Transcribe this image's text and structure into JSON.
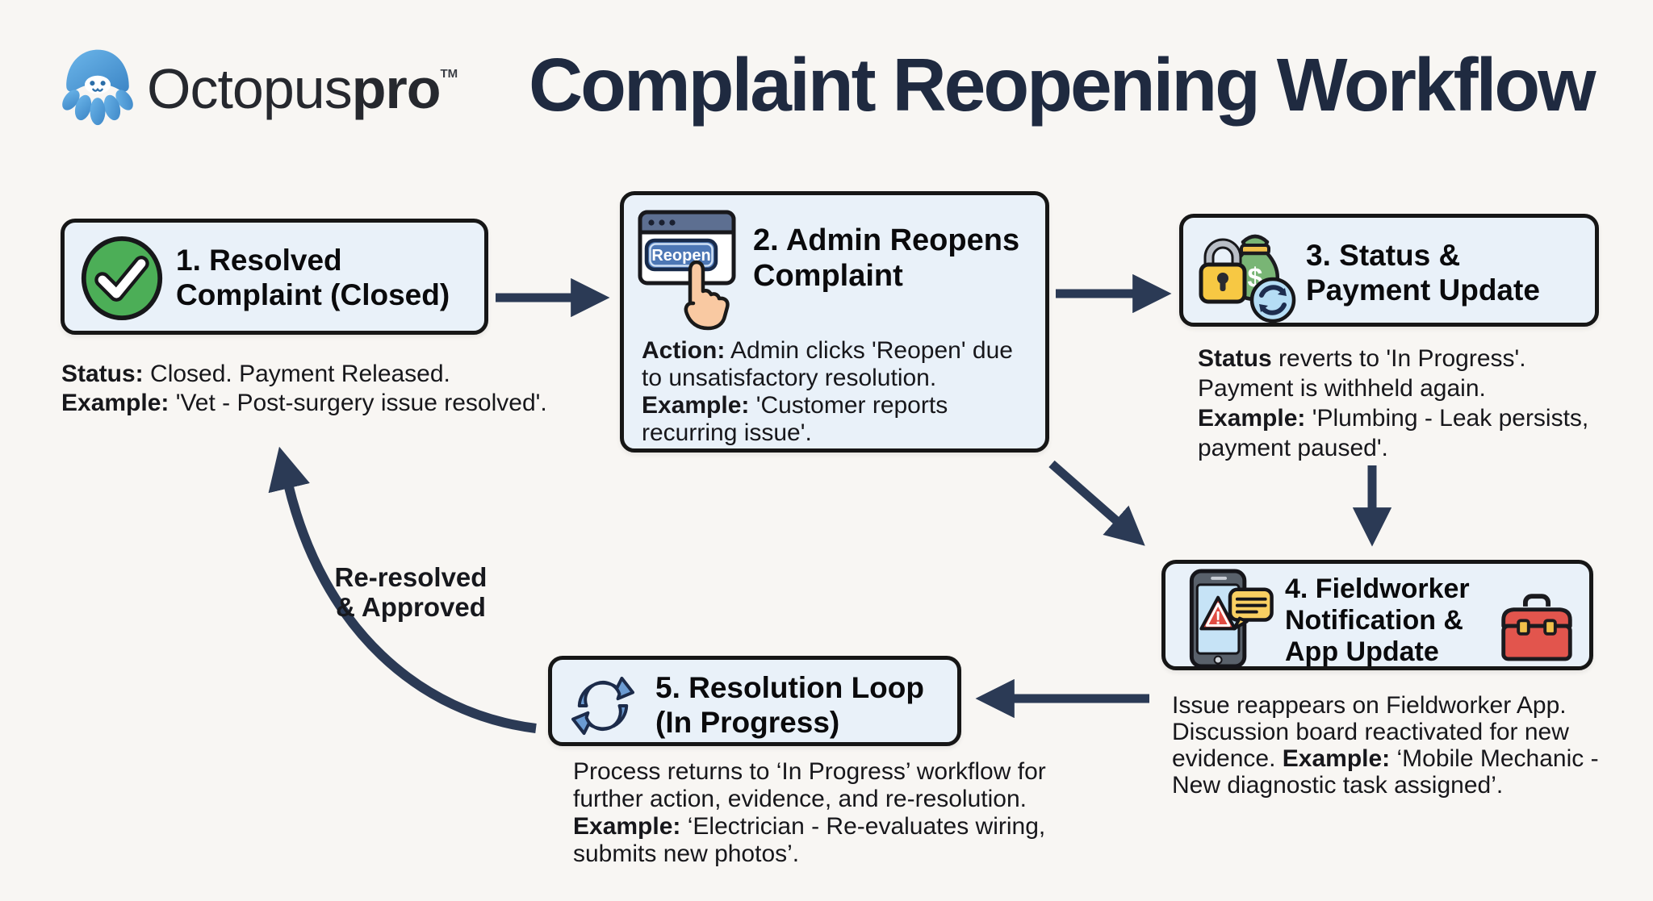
{
  "header": {
    "logo": {
      "brand_regular": "Octopus",
      "brand_bold": "pro",
      "trademark": "TM"
    },
    "title": "Complaint Reopening Workflow"
  },
  "steps": {
    "step1": {
      "title_line1": "1. Resolved",
      "title_line2": "Complaint (Closed)",
      "note": {
        "lines": [
          {
            "pre": "",
            "bold": "Status:",
            "rest": " Closed. Payment Released."
          },
          {
            "pre": "",
            "bold": "Example:",
            "rest": " 'Vet - Post-surgery issue resolved'."
          }
        ]
      }
    },
    "step2": {
      "title_line1": "2. Admin Reopens",
      "title_line2": "Complaint",
      "button_label": "Reopen",
      "body": {
        "lines": [
          {
            "pre": "",
            "bold": "Action:",
            "rest": " Admin clicks 'Reopen' due"
          },
          {
            "pre": "",
            "bold": "",
            "rest": "to unsatisfactory resolution."
          },
          {
            "pre": "",
            "bold": "Example:",
            "rest": " 'Customer reports"
          },
          {
            "pre": "",
            "bold": "",
            "rest": "recurring issue'."
          }
        ]
      }
    },
    "step3": {
      "title_line1": "3. Status &",
      "title_line2": "Payment Update",
      "money_symbol": "$",
      "note": {
        "lines": [
          {
            "pre": "",
            "bold": "Status",
            "rest": " reverts to 'In Progress'."
          },
          {
            "pre": "",
            "bold": "",
            "rest": "Payment is withheld again."
          },
          {
            "pre": "",
            "bold": "Example:",
            "rest": " 'Plumbing - Leak persists,"
          },
          {
            "pre": "",
            "bold": "",
            "rest": "payment paused'."
          }
        ]
      }
    },
    "step4": {
      "title_line1": "4. Fieldworker",
      "title_line2": "Notification &",
      "title_line3": "App Update",
      "alert_symbol": "!",
      "note": {
        "lines": [
          {
            "pre": "",
            "bold": "",
            "rest": "Issue reappears on Fieldworker App."
          },
          {
            "pre": "",
            "bold": "",
            "rest": "Discussion board reactivated for new"
          },
          {
            "pre": "evidence. ",
            "bold": "Example:",
            "rest": " ‘Mobile Mechanic -"
          },
          {
            "pre": "",
            "bold": "",
            "rest": "New diagnostic task assigned’."
          }
        ]
      }
    },
    "step5": {
      "title_line1": "5. Resolution Loop",
      "title_line2": "(In Progress)",
      "note": {
        "lines": [
          {
            "pre": "",
            "bold": "",
            "rest": "Process returns to ‘In Progress’ workflow for"
          },
          {
            "pre": "",
            "bold": "",
            "rest": "further action, evidence, and re-resolution."
          },
          {
            "pre": "",
            "bold": "Example:",
            "rest": " ‘Electrician - Re-evaluates wiring,"
          },
          {
            "pre": "",
            "bold": "",
            "rest": "submits new photos’."
          }
        ]
      }
    }
  },
  "loop_label": {
    "line1": "Re-resolved",
    "line2": "& Approved"
  },
  "icons": {
    "logo": "octopus",
    "step1": "check-circle",
    "step2": "browser-window-reopen-click",
    "step3": [
      "padlock",
      "money-bag",
      "refresh-cycle"
    ],
    "step4": [
      "phone-alert",
      "chat-bubble",
      "toolbox"
    ],
    "step5": "refresh-loop"
  },
  "colors": {
    "background": "#f8f6f3",
    "box_fill": "#e9f1f9",
    "box_border": "#161616",
    "arrow": "#2b3a55",
    "title_text": "#1f2a40",
    "body_text": "#17171b",
    "check_green": "#4cae57",
    "button_blue": "#4d77b5",
    "lock_yellow": "#f7c843",
    "bag_green": "#79b575",
    "refresh_blue_bg": "#b5ddf5",
    "alert_red": "#e14b42",
    "bubble_yellow": "#f8cf62",
    "toolbox_red": "#e2554d",
    "loop_blue": "#6b9bd2",
    "hand_skin": "#f9c9a2",
    "logo_blue": "#4d9fdc"
  }
}
